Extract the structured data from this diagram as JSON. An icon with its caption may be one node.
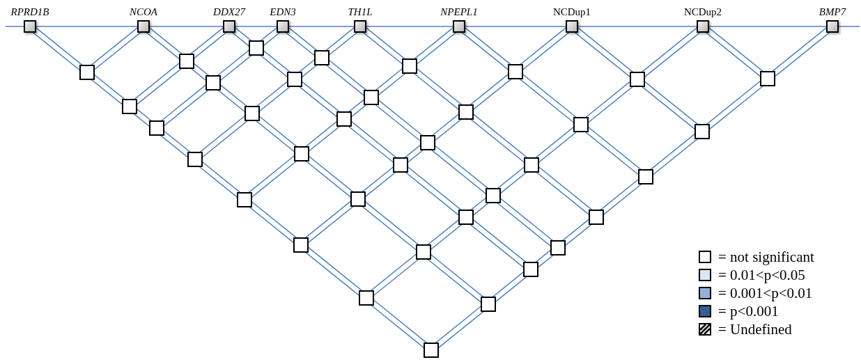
{
  "diagram": {
    "nodes": [
      {
        "text": [
          "*RPRD1B*"
        ]
      },
      {
        "text": [
          "*NCOA*"
        ]
      },
      {
        "text": [
          "*DDX27*"
        ]
      },
      {
        "text": [
          "*EDN3*"
        ]
      },
      {
        "text": [
          "*TH1L*"
        ]
      },
      {
        "text": [
          "*NPEPL1*"
        ]
      },
      {
        "text": [
          "NCDup1"
        ]
      },
      {
        "text": [
          "NCDup2"
        ]
      },
      {
        "text": [
          "*BMP7*"
        ]
      },
      {
        "text": [],
        "shape": "box"
      },
      {
        "text": [],
        "shape": "box"
      },
      {
        "text": [],
        "shape": "box"
      },
      {
        "text": [],
        "shape": "box"
      },
      {
        "text": [],
        "shape": "box"
      },
      {
        "text": [],
        "shape": "box"
      },
      {
        "text": [],
        "shape": "box"
      },
      {
        "text": [],
        "shape": "box"
      },
      {
        "text": [],
        "shape": "box"
      },
      {
        "text": [],
        "shape": "box"
      },
      {
        "text": [],
        "shape": "box"
      },
      {
        "text": [],
        "shape": "box"
      },
      {
        "text": [],
        "shape": "box"
      },
      {
        "text": [],
        "shape": "box"
      },
      {
        "text": [],
        "shape": "box"
      },
      {
        "text": [],
        "shape": "box"
      },
      {
        "text": [],
        "shape": "box"
      },
      {
        "text": [],
        "shape": "box"
      },
      {
        "text": [],
        "shape": "box"
      },
      {
        "text": [],
        "shape": "box"
      },
      {
        "text": [],
        "shape": "box"
      },
      {
        "text": [],
        "shape": "box"
      },
      {
        "text": [],
        "shape": "box"
      },
      {
        "text": [],
        "shape": "box"
      },
      {
        "text": [],
        "shape": "box"
      },
      {
        "text": [],
        "shape": "box"
      },
      {
        "text": [],
        "shape": "box"
      },
      {
        "text": [],
        "shape": "box"
      },
      {
        "text": [],
        "shape": "box"
      },
      {
        "text": [],
        "shape": "box"
      },
      {
        "text": [],
        "shape": "box"
      },
      {
        "text": [],
        "shape": "box"
      },
      {
        "text": [],
        "shape": "box"
      },
      {
        "text": [],
        "shape": "box"
      },
      {
        "text": [],
        "shape": "box"
      },
      {
        "text": [],
        "shape": "box"
      }
    ],
    "edges": [
      {
        "from": 0,
        "to": 1,
        "arrow": "none"
      },
      {
        "from": 1,
        "to": 2,
        "arrow": "none"
      },
      {
        "from": 2,
        "to": 3,
        "arrow": "none"
      },
      {
        "from": 3,
        "to": 4,
        "arrow": "none"
      },
      {
        "from": 4,
        "to": 5,
        "arrow": "none"
      },
      {
        "from": 5,
        "to": 6,
        "arrow": "none"
      },
      {
        "from": 6,
        "to": 7,
        "arrow": "none"
      },
      {
        "from": 7,
        "to": 8,
        "arrow": "none"
      },
      {
        "from": 0,
        "to": 9,
        "arrow": "none"
      },
      {
        "from": 9,
        "to": 10,
        "arrow": "none"
      },
      {
        "from": 10,
        "to": 11,
        "arrow": "none"
      },
      {
        "from": 11,
        "to": 12,
        "arrow": "none"
      },
      {
        "from": 12,
        "to": 13,
        "arrow": "none"
      },
      {
        "from": 13,
        "to": 14,
        "arrow": "none"
      },
      {
        "from": 14,
        "to": 15,
        "arrow": "none"
      },
      {
        "from": 15,
        "to": 16,
        "arrow": "none"
      },
      {
        "from": 1,
        "to": 17,
        "arrow": "none"
      },
      {
        "from": 17,
        "to": 18,
        "arrow": "none"
      },
      {
        "from": 18,
        "to": 19,
        "arrow": "none"
      },
      {
        "from": 19,
        "to": 20,
        "arrow": "none"
      },
      {
        "from": 20,
        "to": 21,
        "arrow": "none"
      },
      {
        "from": 21,
        "to": 22,
        "arrow": "none"
      },
      {
        "from": 22,
        "to": 23,
        "arrow": "none"
      },
      {
        "from": 2,
        "to": 24,
        "arrow": "none"
      },
      {
        "from": 24,
        "to": 25,
        "arrow": "none"
      },
      {
        "from": 25,
        "to": 26,
        "arrow": "none"
      },
      {
        "from": 26,
        "to": 27,
        "arrow": "none"
      },
      {
        "from": 27,
        "to": 28,
        "arrow": "none"
      },
      {
        "from": 28,
        "to": 29,
        "arrow": "none"
      },
      {
        "from": 3,
        "to": 30,
        "arrow": "none"
      },
      {
        "from": 30,
        "to": 31,
        "arrow": "none"
      },
      {
        "from": 31,
        "to": 32,
        "arrow": "none"
      },
      {
        "from": 32,
        "to": 33,
        "arrow": "none"
      },
      {
        "from": 33,
        "to": 34,
        "arrow": "none"
      },
      {
        "from": 4,
        "to": 35,
        "arrow": "none"
      },
      {
        "from": 35,
        "to": 36,
        "arrow": "none"
      },
      {
        "from": 36,
        "to": 37,
        "arrow": "none"
      },
      {
        "from": 37,
        "to": 38,
        "arrow": "none"
      },
      {
        "from": 5,
        "to": 39,
        "arrow": "none"
      },
      {
        "from": 39,
        "to": 40,
        "arrow": "none"
      },
      {
        "from": 40,
        "to": 41,
        "arrow": "none"
      },
      {
        "from": 6,
        "to": 42,
        "arrow": "none"
      },
      {
        "from": 42,
        "to": 43,
        "arrow": "none"
      },
      {
        "from": 7,
        "to": 44,
        "arrow": "none"
      },
      {
        "from": 1,
        "to": 9,
        "arrow": "none"
      },
      {
        "from": 2,
        "to": 17,
        "arrow": "none"
      },
      {
        "from": 17,
        "to": 10,
        "arrow": "none"
      },
      {
        "from": 3,
        "to": 24,
        "arrow": "none"
      },
      {
        "from": 24,
        "to": 18,
        "arrow": "none"
      },
      {
        "from": 18,
        "to": 11,
        "arrow": "none"
      },
      {
        "from": 4,
        "to": 30,
        "arrow": "none"
      },
      {
        "from": 30,
        "to": 25,
        "arrow": "none"
      },
      {
        "from": 25,
        "to": 19,
        "arrow": "none"
      },
      {
        "from": 19,
        "to": 12,
        "arrow": "none"
      },
      {
        "from": 5,
        "to": 35,
        "arrow": "none"
      },
      {
        "from": 35,
        "to": 31,
        "arrow": "none"
      },
      {
        "from": 31,
        "to": 26,
        "arrow": "none"
      },
      {
        "from": 26,
        "to": 20,
        "arrow": "none"
      },
      {
        "from": 20,
        "to": 13,
        "arrow": "none"
      },
      {
        "from": 6,
        "to": 39,
        "arrow": "none"
      },
      {
        "from": 39,
        "to": 36,
        "arrow": "none"
      },
      {
        "from": 36,
        "to": 32,
        "arrow": "none"
      },
      {
        "from": 32,
        "to": 27,
        "arrow": "none"
      },
      {
        "from": 27,
        "to": 21,
        "arrow": "none"
      },
      {
        "from": 21,
        "to": 14,
        "arrow": "none"
      },
      {
        "from": 7,
        "to": 42,
        "arrow": "none"
      },
      {
        "from": 42,
        "to": 40,
        "arrow": "none"
      },
      {
        "from": 40,
        "to": 37,
        "arrow": "none"
      },
      {
        "from": 37,
        "to": 33,
        "arrow": "none"
      },
      {
        "from": 33,
        "to": 28,
        "arrow": "none"
      },
      {
        "from": 28,
        "to": 22,
        "arrow": "none"
      },
      {
        "from": 22,
        "to": 15,
        "arrow": "none"
      },
      {
        "from": 8,
        "to": 44,
        "arrow": "none"
      },
      {
        "from": 44,
        "to": 43,
        "arrow": "none"
      },
      {
        "from": 43,
        "to": 41,
        "arrow": "none"
      },
      {
        "from": 41,
        "to": 38,
        "arrow": "none"
      },
      {
        "from": 38,
        "to": 34,
        "arrow": "none"
      },
      {
        "from": 34,
        "to": 29,
        "arrow": "none"
      },
      {
        "from": 29,
        "to": 23,
        "arrow": "none"
      },
      {
        "from": 23,
        "to": 16,
        "arrow": "none"
      }
    ],
    "legend": [
      {
        "text": "= not significant",
        "color": "#ffffff"
      },
      {
        "text": "= 0.01<p<0.05",
        "color": "#dce6f2"
      },
      {
        "text": "= 0.001<p<0.01",
        "color": "#95b3d7"
      },
      {
        "text": "= p<0.001",
        "color": "#366092"
      },
      {
        "text": "= Undefined"
      }
    ]
  }
}
